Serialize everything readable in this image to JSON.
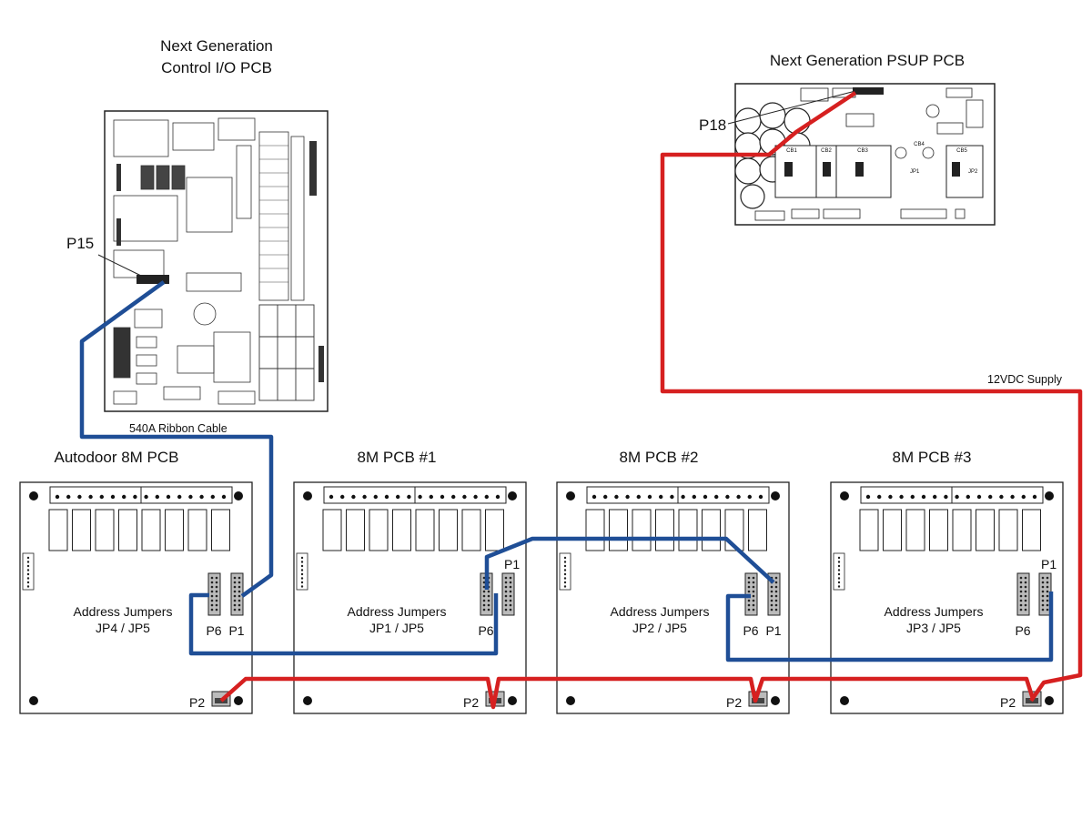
{
  "control_pcb": {
    "title_line1": "Next Generation",
    "title_line2": "Control I/O PCB",
    "connector": "P15"
  },
  "psup_pcb": {
    "title": "Next Generation PSUP PCB",
    "connector": "P18",
    "breakers": [
      "CB1",
      "CB2",
      "CB3",
      "CB4",
      "CB5"
    ],
    "jumpers": [
      "JP1",
      "JP2"
    ]
  },
  "cables": {
    "ribbon_label": "540A Ribbon Cable",
    "supply_label": "12VDC Supply",
    "ribbon_color": "#1f4e96",
    "supply_color": "#d62020"
  },
  "boards": [
    {
      "title": "Autodoor 8M PCB",
      "jumpers_label": "Address Jumpers",
      "jumpers_value": "JP4 / JP5",
      "p6": "P6",
      "p1": "P1",
      "p2": "P2"
    },
    {
      "title": "8M PCB #1",
      "jumpers_label": "Address Jumpers",
      "jumpers_value": "JP1 / JP5",
      "p6": "P6",
      "p1": "P1",
      "p2": "P2"
    },
    {
      "title": "8M PCB #2",
      "jumpers_label": "Address Jumpers",
      "jumpers_value": "JP2 / JP5",
      "p6": "P6",
      "p1": "P1",
      "p2": "P2"
    },
    {
      "title": "8M PCB #3",
      "jumpers_label": "Address Jumpers",
      "jumpers_value": "JP3 / JP5",
      "p6": "P6",
      "p1": "P1",
      "p2": "P2"
    }
  ]
}
